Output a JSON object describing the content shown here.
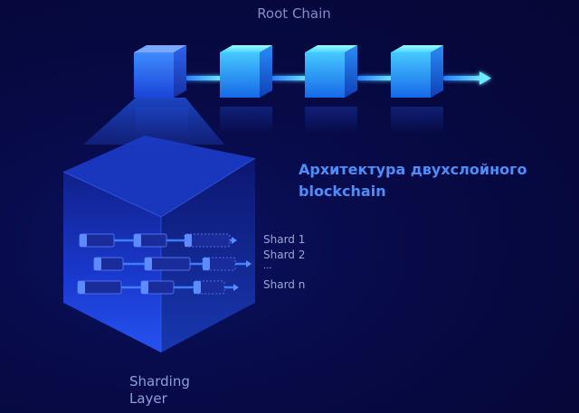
{
  "diagram": {
    "root_chain_title": "Root Chain",
    "heading_line1": "Архитектура двухслойного",
    "heading_line2": "blockchain",
    "shards": [
      "Shard 1",
      "Shard 2",
      "...",
      "Shard n"
    ],
    "sharding_layer_line1": "Sharding",
    "sharding_layer_line2": "Layer",
    "colors": {
      "background": "#060838",
      "heading": "#4f8dfc",
      "block_light": "#5ff0ff",
      "block_dark": "#1d5fe8",
      "chain_link": "#4fd8ff",
      "label": "#9aa8d6"
    },
    "root_chain_block_count": 4
  }
}
